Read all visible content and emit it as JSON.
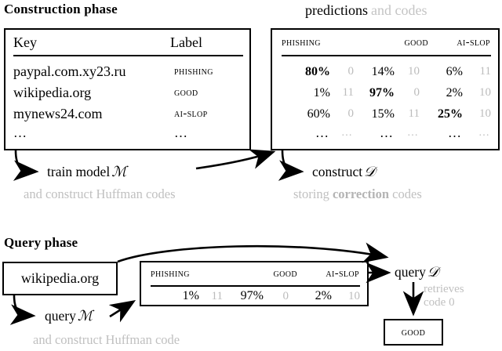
{
  "construction": {
    "title": "Construction phase",
    "keys_table": {
      "headers": [
        "Key",
        "Label"
      ],
      "rows": [
        {
          "key": "paypal.com.xy23.ru",
          "label": "PHISHING"
        },
        {
          "key": "wikipedia.org",
          "label": "GOOD"
        },
        {
          "key": "mynews24.com",
          "label": "AI-SLOP"
        },
        {
          "key": "…",
          "label": "…"
        }
      ]
    },
    "predictions_caption_main": "predictions",
    "predictions_caption_gray": "and codes",
    "predictions_table": {
      "headers": [
        "PHISHING",
        "GOOD",
        "AI-SLOP"
      ],
      "rows": [
        {
          "cells": [
            {
              "pct": "80%",
              "bold": true,
              "code": "0"
            },
            {
              "pct": "14%",
              "bold": false,
              "code": "10"
            },
            {
              "pct": "6%",
              "bold": false,
              "code": "11"
            }
          ]
        },
        {
          "cells": [
            {
              "pct": "1%",
              "bold": false,
              "code": "11"
            },
            {
              "pct": "97%",
              "bold": true,
              "code": "0"
            },
            {
              "pct": "2%",
              "bold": false,
              "code": "10"
            }
          ]
        },
        {
          "cells": [
            {
              "pct": "60%",
              "bold": false,
              "code": "0"
            },
            {
              "pct": "15%",
              "bold": false,
              "code": "11"
            },
            {
              "pct": "25%",
              "bold": true,
              "code": "10"
            }
          ]
        },
        {
          "cells": [
            {
              "pct": "…",
              "bold": false,
              "code": "…"
            },
            {
              "pct": "…",
              "bold": false,
              "code": "…"
            },
            {
              "pct": "…",
              "bold": false,
              "code": "…"
            }
          ]
        }
      ]
    },
    "train_label": "train model",
    "train_symbol": "ℳ",
    "train_sub": "and construct Huffman codes",
    "construct_label": "construct",
    "construct_symbol": "𝒟",
    "construct_sub_before": "storing ",
    "construct_sub_bold": "correction",
    "construct_sub_after": " codes"
  },
  "query": {
    "title": "Query phase",
    "input_key": "wikipedia.org",
    "query_model_label": "query",
    "query_model_symbol": "ℳ",
    "query_model_sub": "and construct Huffman code",
    "prediction_table": {
      "headers": [
        "PHISHING",
        "GOOD",
        "AI-SLOP"
      ],
      "row": [
        {
          "pct": "1%",
          "code": "11"
        },
        {
          "pct": "97%",
          "code": "0"
        },
        {
          "pct": "2%",
          "code": "10"
        }
      ]
    },
    "query_db_label": "query",
    "query_db_symbol": "𝒟",
    "retrieves_line1": "retrieves",
    "retrieves_line2": "code 0",
    "result_label": "GOOD"
  },
  "colors": {
    "ink": "#000000",
    "gray_code": "#bcbcbc",
    "gray_text": "#c0c0c0"
  }
}
